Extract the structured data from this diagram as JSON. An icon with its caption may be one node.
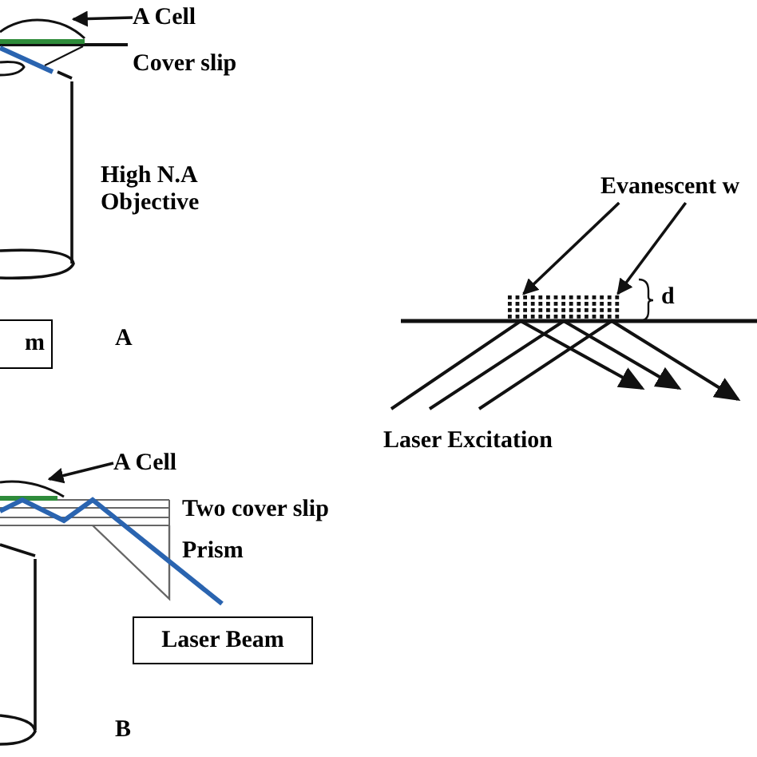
{
  "diagram": {
    "nodes": [
      {
        "text": [
          "A Cell"
        ]
      },
      {
        "text": [],
        "shape": "cell"
      },
      {
        "text": [
          "m"
        ]
      },
      {
        "text": [
          "A Cell"
        ]
      },
      {
        "text": [],
        "shape": "cell"
      },
      {
        "text": [
          "Laser Beam"
        ]
      },
      {
        "text": [
          "Evanescent w"
        ]
      },
      {
        "text": [],
        "shape": "dots"
      }
    ],
    "edges": [
      {
        "from": 0,
        "to": 1,
        "arrow": "to"
      },
      {
        "from": 3,
        "to": 4,
        "arrow": "to"
      },
      {
        "from": 6,
        "to": 7,
        "arrow": "to"
      },
      {
        "from": 6,
        "to": 7,
        "arrow": "to"
      }
    ],
    "labels": [
      "Cover slip",
      "High N.A Objective",
      "A",
      "Two cover slip",
      "Prism",
      "B",
      "d",
      "Laser Excitation"
    ]
  }
}
